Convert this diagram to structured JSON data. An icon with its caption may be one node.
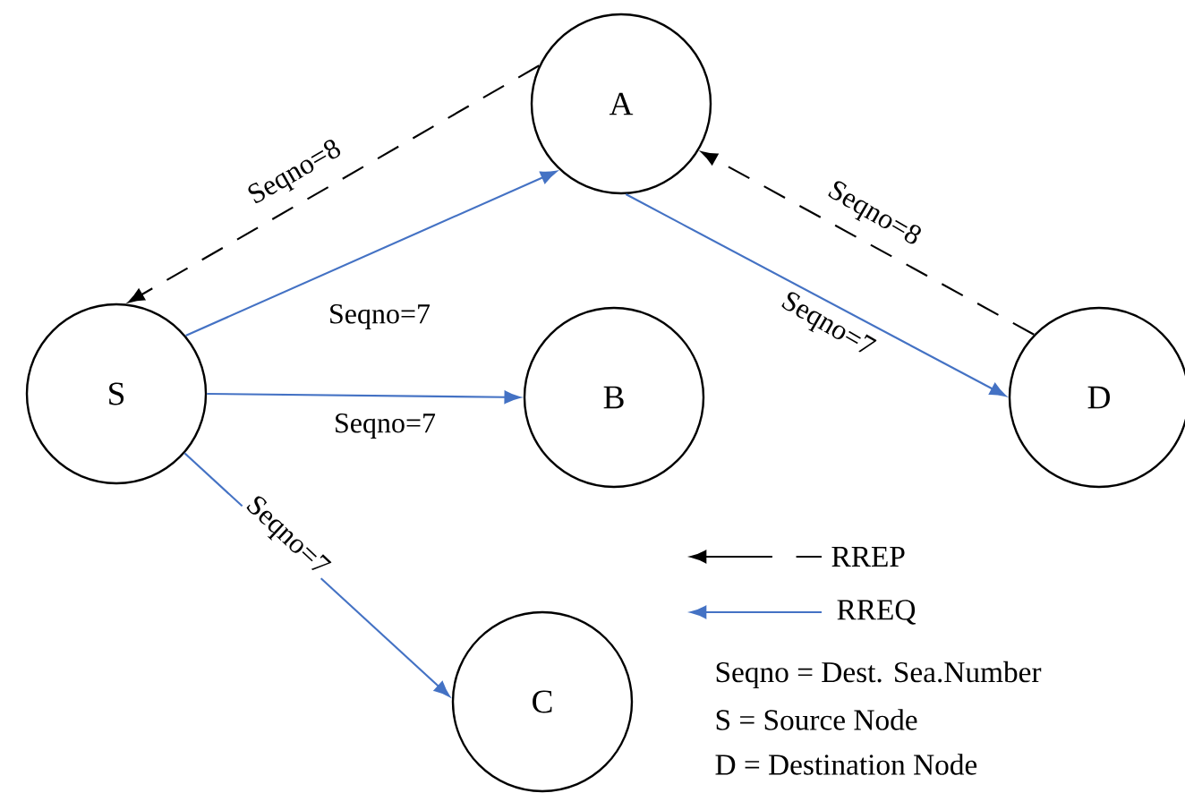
{
  "diagram": {
    "nodes": [
      {
        "text": [
          "S"
        ]
      },
      {
        "text": [
          "A"
        ]
      },
      {
        "text": [
          "B"
        ]
      },
      {
        "text": [
          "D"
        ]
      },
      {
        "text": [
          "C"
        ]
      }
    ],
    "edges": [
      {
        "from": 1,
        "to": 0,
        "arrow": "to",
        "label": "Seqno=8",
        "style": "dashed",
        "color": "#000000"
      },
      {
        "from": 0,
        "to": 1,
        "arrow": "to",
        "label": "Seqno=7"
      },
      {
        "from": 0,
        "to": 2,
        "arrow": "to",
        "label": "Seqno=7"
      },
      {
        "from": 0,
        "to": 4,
        "arrow": "to",
        "label": "Seqno=7"
      },
      {
        "from": 1,
        "to": 3,
        "arrow": "to",
        "label": "Seqno=7"
      },
      {
        "from": 3,
        "to": 1,
        "arrow": "to",
        "label": "Seqno=8",
        "style": "dashed",
        "color": "#000000"
      }
    ],
    "labels": [
      "Seqno = Dest. Sea.Number",
      "S = Source Node",
      "D = Destination Node"
    ],
    "legend": [
      {
        "text": "RREP"
      },
      {
        "text": "RREQ"
      }
    ]
  }
}
